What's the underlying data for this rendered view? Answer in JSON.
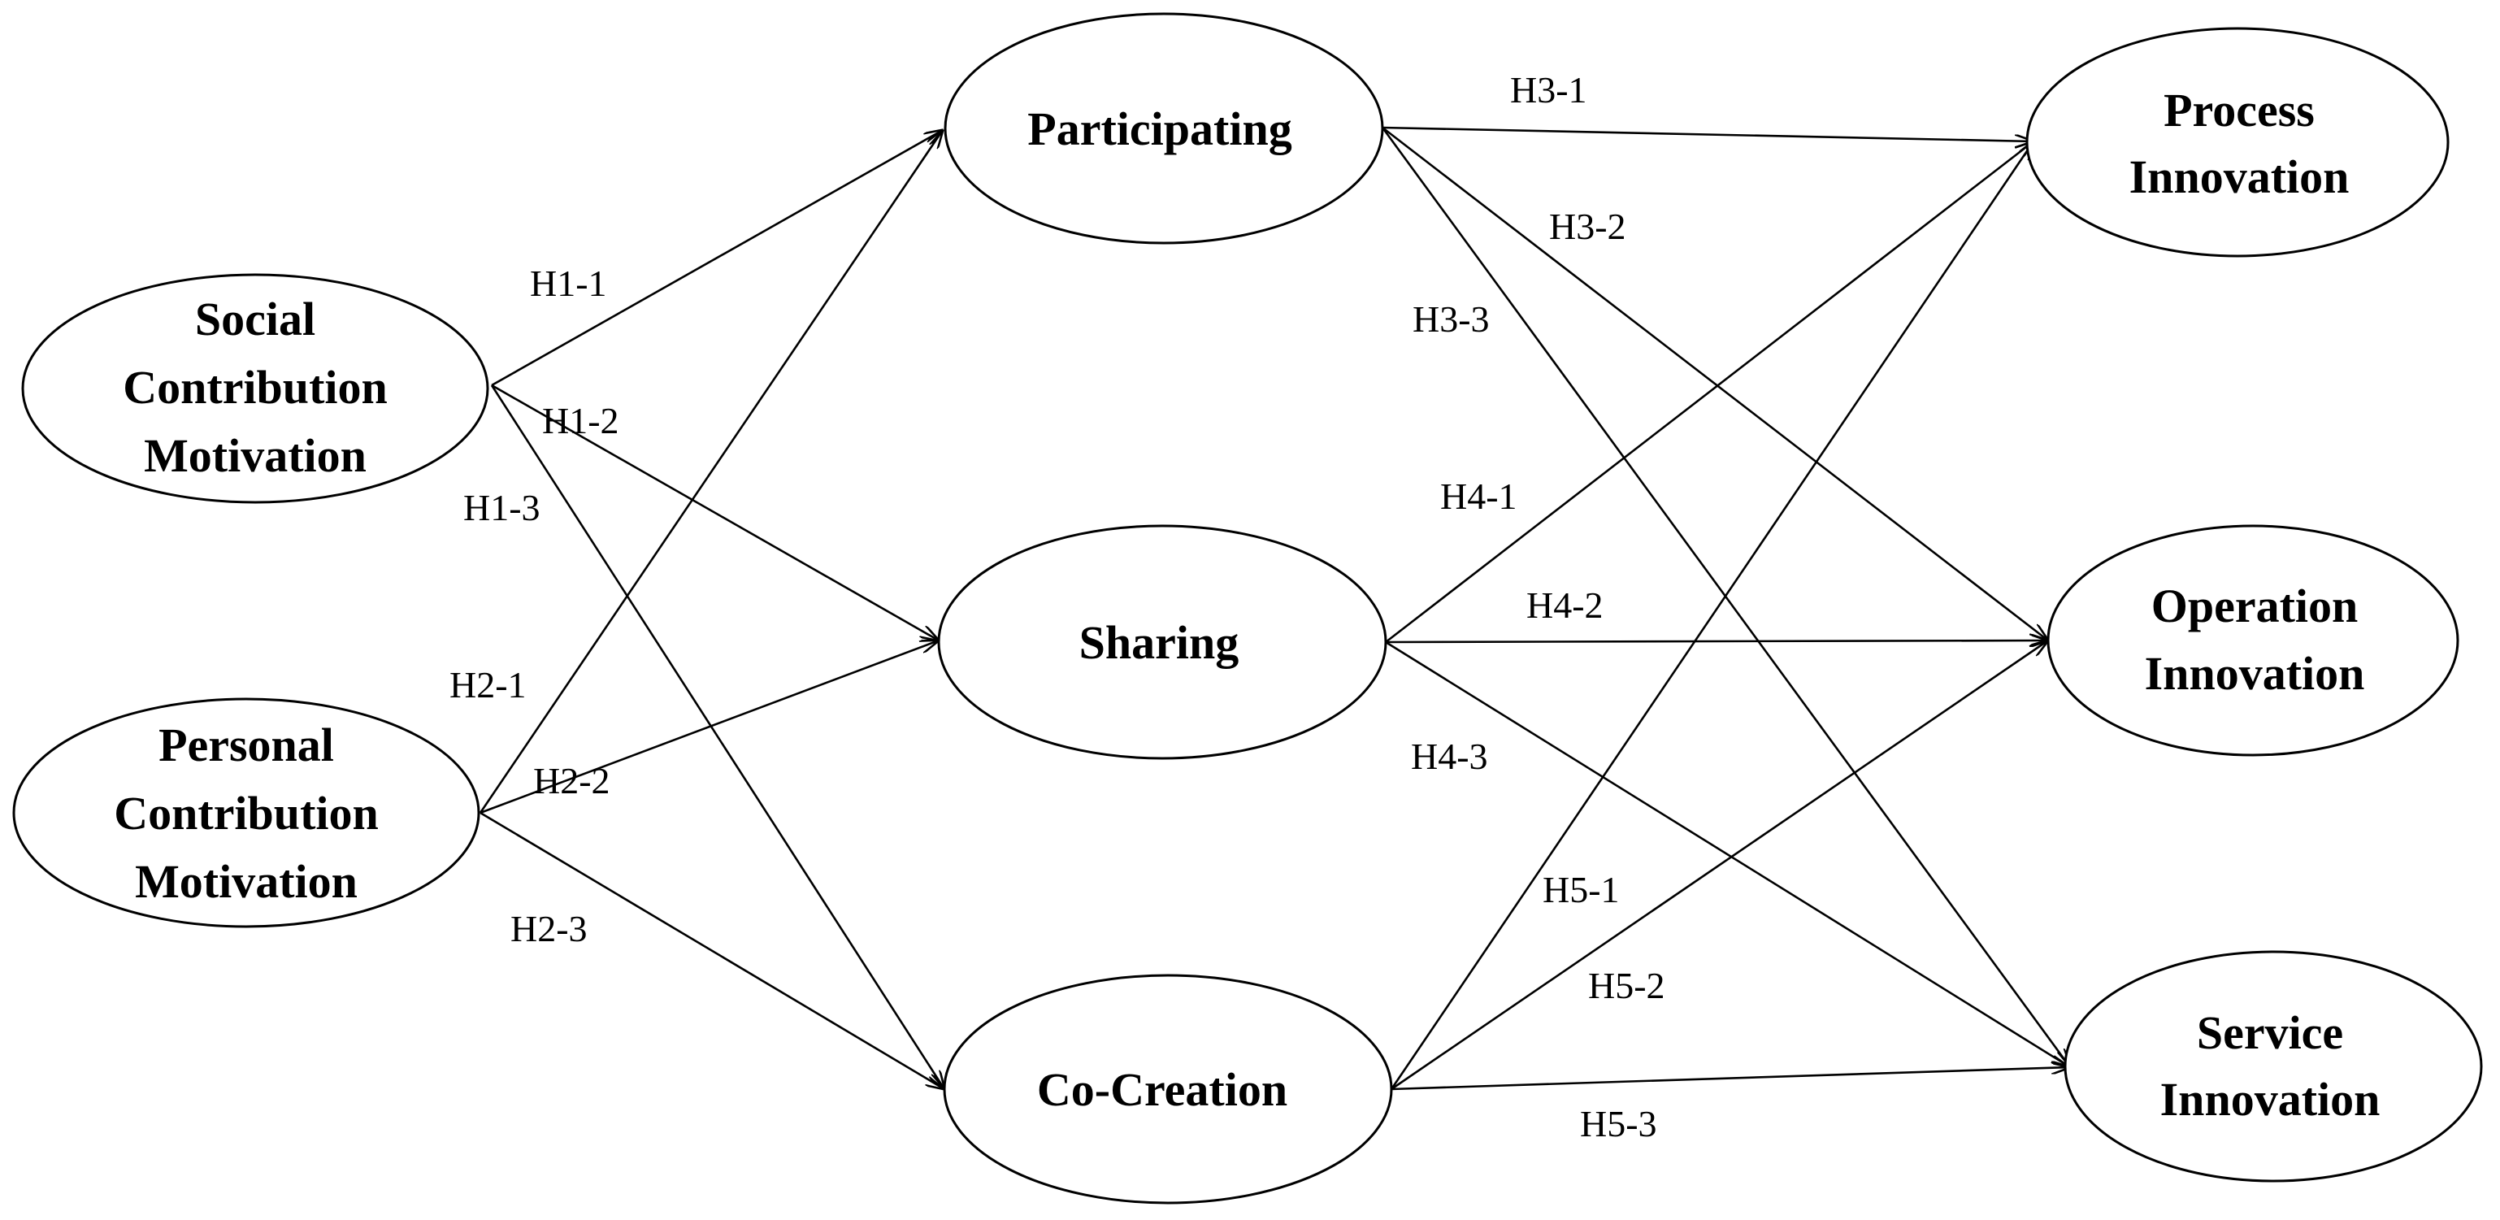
{
  "diagram": {
    "nodes": [
      {
        "id": "social",
        "lines": [
          "Social",
          "Contribution",
          "Motivation"
        ]
      },
      {
        "id": "personal",
        "lines": [
          "Personal",
          "Contribution",
          "Motivation"
        ]
      },
      {
        "id": "participating",
        "lines": [
          "Participating"
        ]
      },
      {
        "id": "sharing",
        "lines": [
          "Sharing"
        ]
      },
      {
        "id": "cocreation",
        "lines": [
          "Co-Creation"
        ]
      },
      {
        "id": "process",
        "lines": [
          "Process",
          "Innovation"
        ]
      },
      {
        "id": "operation",
        "lines": [
          "Operation",
          "Innovation"
        ]
      },
      {
        "id": "service",
        "lines": [
          "Service",
          "Innovation"
        ]
      }
    ],
    "edges": [
      {
        "id": "H1-1",
        "label": "H1-1",
        "from": "social",
        "to": "participating"
      },
      {
        "id": "H1-2",
        "label": "H1-2",
        "from": "social",
        "to": "sharing"
      },
      {
        "id": "H1-3",
        "label": "H1-3",
        "from": "social",
        "to": "cocreation"
      },
      {
        "id": "H2-1",
        "label": "H2-1",
        "from": "personal",
        "to": "participating"
      },
      {
        "id": "H2-2",
        "label": "H2-2",
        "from": "personal",
        "to": "sharing"
      },
      {
        "id": "H2-3",
        "label": "H2-3",
        "from": "personal",
        "to": "cocreation"
      },
      {
        "id": "H3-1",
        "label": "H3-1",
        "from": "participating",
        "to": "process"
      },
      {
        "id": "H3-2",
        "label": "H3-2",
        "from": "participating",
        "to": "operation"
      },
      {
        "id": "H3-3",
        "label": "H3-3",
        "from": "participating",
        "to": "service"
      },
      {
        "id": "H4-1",
        "label": "H4-1",
        "from": "sharing",
        "to": "process"
      },
      {
        "id": "H4-2",
        "label": "H4-2",
        "from": "sharing",
        "to": "operation"
      },
      {
        "id": "H4-3",
        "label": "H4-3",
        "from": "sharing",
        "to": "service"
      },
      {
        "id": "H5-1",
        "label": "H5-1",
        "from": "cocreation",
        "to": "process"
      },
      {
        "id": "H5-2",
        "label": "H5-2",
        "from": "cocreation",
        "to": "operation"
      },
      {
        "id": "H5-3",
        "label": "H5-3",
        "from": "cocreation",
        "to": "service"
      }
    ]
  }
}
